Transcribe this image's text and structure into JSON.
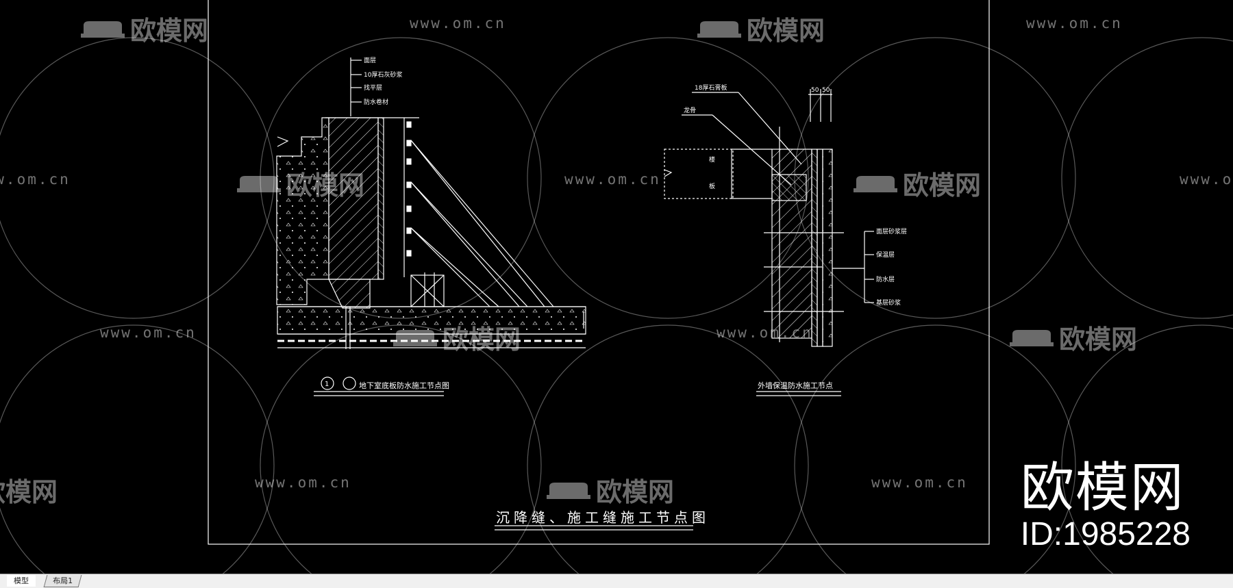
{
  "watermark": {
    "url": "www.om.cn",
    "logo_text": "欧模网",
    "logo_icon": "sofa-icon"
  },
  "badge": {
    "brand": "欧模网",
    "id_text": "ID:1985228"
  },
  "drawing": {
    "left_detail": {
      "leaders": [
        "面层",
        "10厚石灰砂浆",
        "找平层",
        "防水卷材"
      ],
      "caption_mark": "1",
      "caption": "地下室底板防水施工节点图"
    },
    "right_detail": {
      "dims": [
        "50",
        "50"
      ],
      "leaders_top": [
        "18厚石膏板",
        "龙骨"
      ],
      "slab_labels": [
        "楼",
        "板"
      ],
      "leaders_right": [
        "面层砂浆层",
        "保温层",
        "防水层",
        "基层砂浆"
      ],
      "caption": "外墙保温防水施工节点"
    },
    "sheet_title": "沉降缝、施工缝施工节点图"
  },
  "tabs": [
    {
      "label": "模型",
      "active": true
    },
    {
      "label": "布局1",
      "active": false
    }
  ],
  "colors": {
    "background": "#000000",
    "lines": "#ffffff",
    "tabbar": "#f0f0f0"
  }
}
